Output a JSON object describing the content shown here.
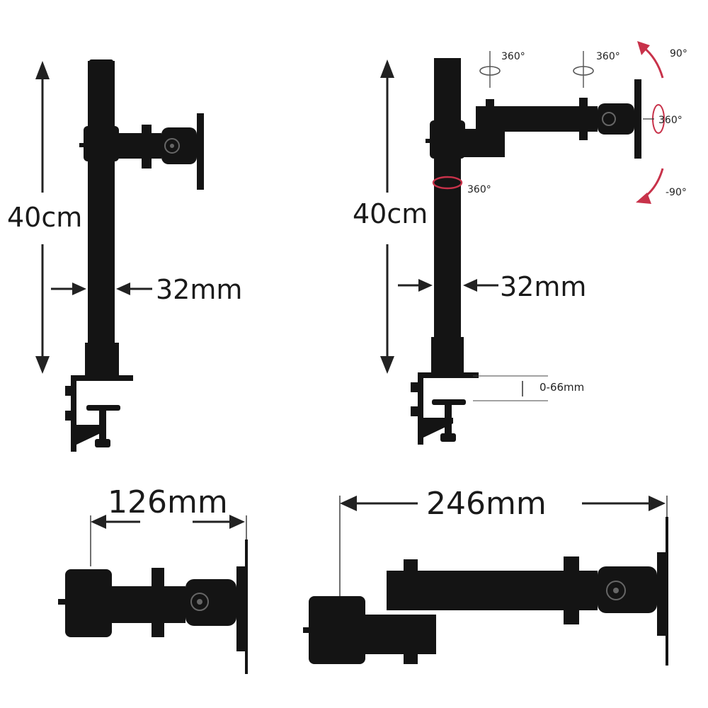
{
  "panels": {
    "single_side": {
      "height_label": "40cm",
      "pole_diameter_label": "32mm"
    },
    "double_side": {
      "height_label": "40cm",
      "pole_diameter_label": "32mm",
      "clamp_range_label": "0-66mm",
      "rotation_labels": {
        "arm_joint_1": "360°",
        "arm_joint_2": "360°",
        "tilt_up": "90°",
        "plate_rotation": "360°",
        "tilt_down": "-90°",
        "pole_rotation": "360°"
      }
    },
    "single_top": {
      "reach_label": "126mm"
    },
    "double_top": {
      "reach_label": "246mm"
    }
  },
  "colors": {
    "mount": "#141414",
    "rotation_arrow": "#c8324a",
    "line": "#222222"
  }
}
